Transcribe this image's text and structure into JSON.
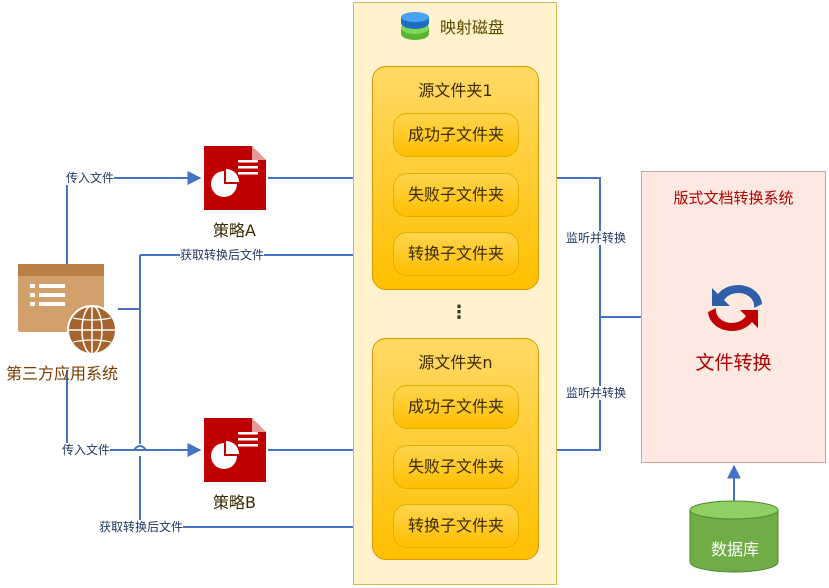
{
  "disk": {
    "title": "映射磁盘",
    "icon": "disk-icon"
  },
  "folders": [
    {
      "title": "源文件夹1",
      "success": "成功子文件夹",
      "failure": "失败子文件夹",
      "convert": "转换子文件夹"
    },
    {
      "title": "源文件夹n",
      "success": "成功子文件夹",
      "failure": "失败子文件夹",
      "convert": "转换子文件夹"
    }
  ],
  "ellipsis": "⋮",
  "strategies": [
    {
      "label": "策略A",
      "icon": "pdf-document-icon"
    },
    {
      "label": "策略B",
      "icon": "pdf-document-icon"
    }
  ],
  "app": {
    "label": "第三方应用系统",
    "icon": "web-application-icon"
  },
  "converter": {
    "title": "版式文档转换系统",
    "label": "文件转换",
    "icon": "refresh-arrows-icon"
  },
  "database": {
    "label": "数据库",
    "icon": "database-icon"
  },
  "edges": {
    "pass_file_a": "传入文件",
    "pass_file_b": "传入文件",
    "get_converted_a": "获取转换后文件",
    "get_converted_b": "获取转换后文件",
    "monitor_1": "监听并转换",
    "monitor_n": "监听并转换"
  },
  "colors": {
    "line": "#4472c4",
    "folder_fill": "#ffc000",
    "disk_panel": "#fff2cc",
    "converter_panel": "#fde9e2",
    "accent_red": "#b00000",
    "database": "#70ad47"
  }
}
